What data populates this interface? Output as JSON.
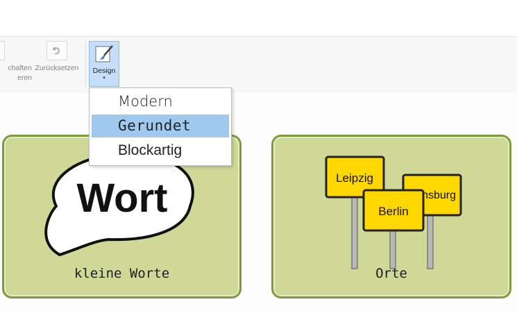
{
  "ribbon": {
    "eigenschaften_line1": "chaften",
    "eigenschaften_line2": "eren",
    "reset_label": "Zurücksetzen",
    "design_label": "Design",
    "design_arrow": "▾"
  },
  "design_menu": {
    "items": [
      {
        "label": "Modern",
        "selected": false
      },
      {
        "label": "Gerundet",
        "selected": true
      },
      {
        "label": "Blockartig",
        "selected": false
      }
    ]
  },
  "cards": [
    {
      "label": "kleine Worte",
      "art_text": "Wort"
    },
    {
      "label": "Orte",
      "signs": [
        "Leipzig",
        "Berlin",
        "nsburg"
      ]
    }
  ],
  "colors": {
    "card_fill": "#cfd897",
    "card_border": "#7d9b3c",
    "menu_highlight": "#a0c9ef",
    "design_button": "#c6defa",
    "sign_yellow": "#ffd700"
  }
}
